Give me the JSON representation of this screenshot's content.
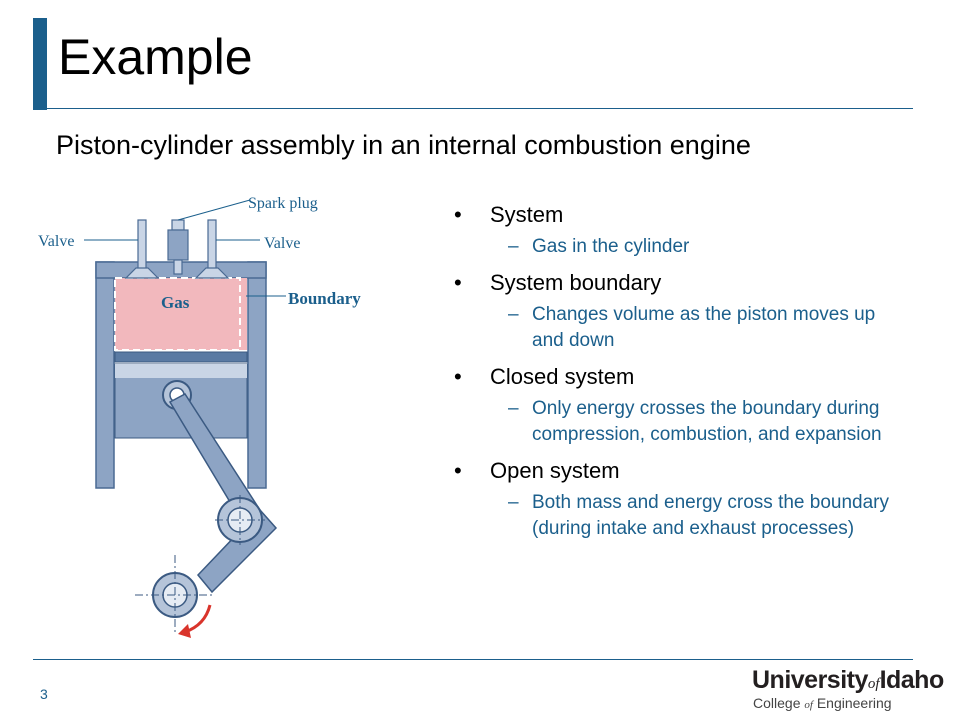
{
  "slide": {
    "title": "Example",
    "subtitle": "Piston-cylinder assembly in an internal combustion engine",
    "page_number": "3"
  },
  "diagram": {
    "labels": {
      "spark_plug": "Spark plug",
      "valve_left": "Valve",
      "valve_right": "Valve",
      "gas": "Gas",
      "boundary": "Boundary"
    },
    "colors": {
      "gas_fill": "#f2b8bd",
      "metal": "#8da4c4",
      "metal_dark": "#4a6a93",
      "arrow": "#d9342b"
    }
  },
  "bullets": [
    {
      "text": "System",
      "sub": [
        "Gas in the cylinder"
      ]
    },
    {
      "text": "System boundary",
      "sub": [
        "Changes volume as the piston moves up and down"
      ]
    },
    {
      "text": "Closed system",
      "sub": [
        "Only energy crosses the boundary during compression, combustion, and expansion"
      ]
    },
    {
      "text": "Open system",
      "sub": [
        "Both mass and energy cross the boundary (during intake and exhaust processes)"
      ]
    }
  ],
  "logo": {
    "name_part1": "University",
    "name_of": "of",
    "name_part2": "Idaho",
    "college_part1": "College",
    "college_of": "of",
    "college_part2": "Engineering"
  },
  "theme": {
    "accent": "#1b5f8c"
  }
}
